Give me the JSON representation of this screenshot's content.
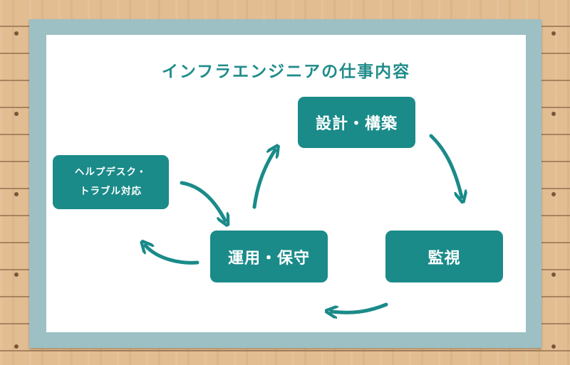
{
  "diagram": {
    "title": "インフラエンジニアの仕事内容",
    "nodes": {
      "design": "設計・構築",
      "monitoring": "監視",
      "operation": "運用・保守",
      "helpdesk_line1": "ヘルプデスク・",
      "helpdesk_line2": "トラブル対応"
    },
    "cycle": [
      "設計・構築",
      "監視",
      "運用・保守"
    ],
    "branch": [
      "運用・保守",
      "ヘルプデスク・トラブル対応"
    ]
  },
  "colors": {
    "accent": "#1a8b89",
    "title": "#1f8c8a",
    "board_frame": "#9cc0c4",
    "wood": "#e2bd92"
  }
}
